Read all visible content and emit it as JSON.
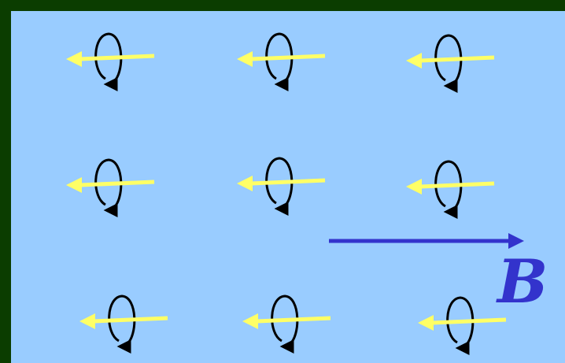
{
  "diagram": {
    "field_label": "B",
    "colors": {
      "frame": "#0b3d00",
      "background": "#99ccff",
      "moment_arrow": "#ffff66",
      "current_loop": "#000000",
      "field_arrow": "#3333cc"
    },
    "dipole_grid": {
      "rows": 3,
      "columns": 3
    },
    "moment_direction": "left",
    "field_direction": "right"
  }
}
